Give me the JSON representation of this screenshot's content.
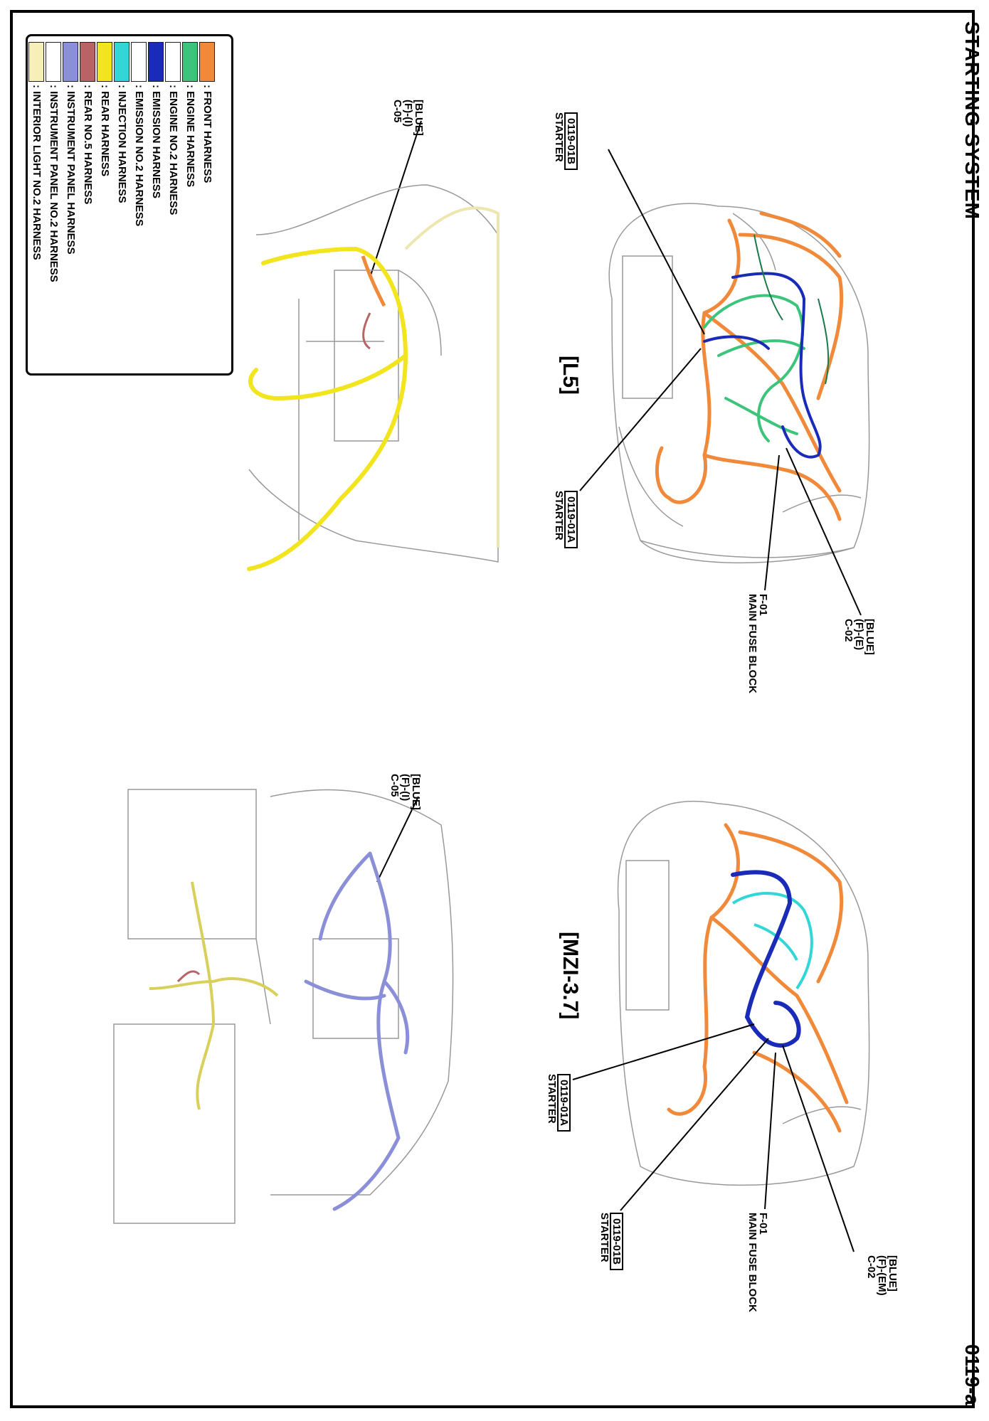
{
  "header": {
    "title": "STARTING SYSTEM",
    "page_number": "0119-a"
  },
  "variants": [
    {
      "label": "[L5]",
      "callouts": {
        "starter_b": {
          "code": "0119-01B",
          "name": "STARTER"
        },
        "starter_a": {
          "code": "0119-01A",
          "name": "STARTER"
        },
        "main_fuse": {
          "line1": "F-01",
          "line2": "MAIN FUSE BLOCK"
        },
        "c02": {
          "line1": "[BLUE]",
          "line2": "(F)-(E)",
          "line3": "C-02"
        },
        "c05": {
          "line1": "[BLUE]",
          "line2": "(F)-(I)",
          "line3": "C-05"
        }
      }
    },
    {
      "label": "[MZI-3.7]",
      "callouts": {
        "starter_a": {
          "code": "0119-01A",
          "name": "STARTER"
        },
        "starter_b": {
          "code": "0119-01B",
          "name": "STARTER"
        },
        "main_fuse": {
          "line1": "F-01",
          "line2": "MAIN FUSE BLOCK"
        },
        "c02": {
          "line1": "[BLUE]",
          "line2": "(F)-(EM)",
          "line3": "C-02"
        },
        "c05": {
          "line1": "[BLUE]",
          "line2": "(F)-(I)",
          "line3": "C-05"
        }
      }
    }
  ],
  "legend": [
    {
      "label": ": FRONT HARNESS",
      "color": "#f08a3a"
    },
    {
      "label": ": ENGINE HARNESS",
      "color": "#3cc47a"
    },
    {
      "label": ": ENGINE NO.2 HARNESS",
      "color": "#ffffff"
    },
    {
      "label": ": EMISSION HARNESS",
      "color": "#1a2bb8"
    },
    {
      "label": ": EMISSION NO.2 HARNESS",
      "color": "#ffffff"
    },
    {
      "label": ": INJECTION HARNESS",
      "color": "#33d6d6"
    },
    {
      "label": ": REAR HARNESS",
      "color": "#f2e51e"
    },
    {
      "label": ": REAR NO.5 HARNESS",
      "color": "#b86464"
    },
    {
      "label": ": INSTRUMENT PANEL HARNESS",
      "color": "#8a8fd8"
    },
    {
      "label": ": INSTRUMENT PANEL NO.2 HARNESS",
      "color": "#ffffff"
    },
    {
      "label": ": INTERIOR LIGHT NO.2 HARNESS",
      "color": "#f6f0b8"
    }
  ]
}
